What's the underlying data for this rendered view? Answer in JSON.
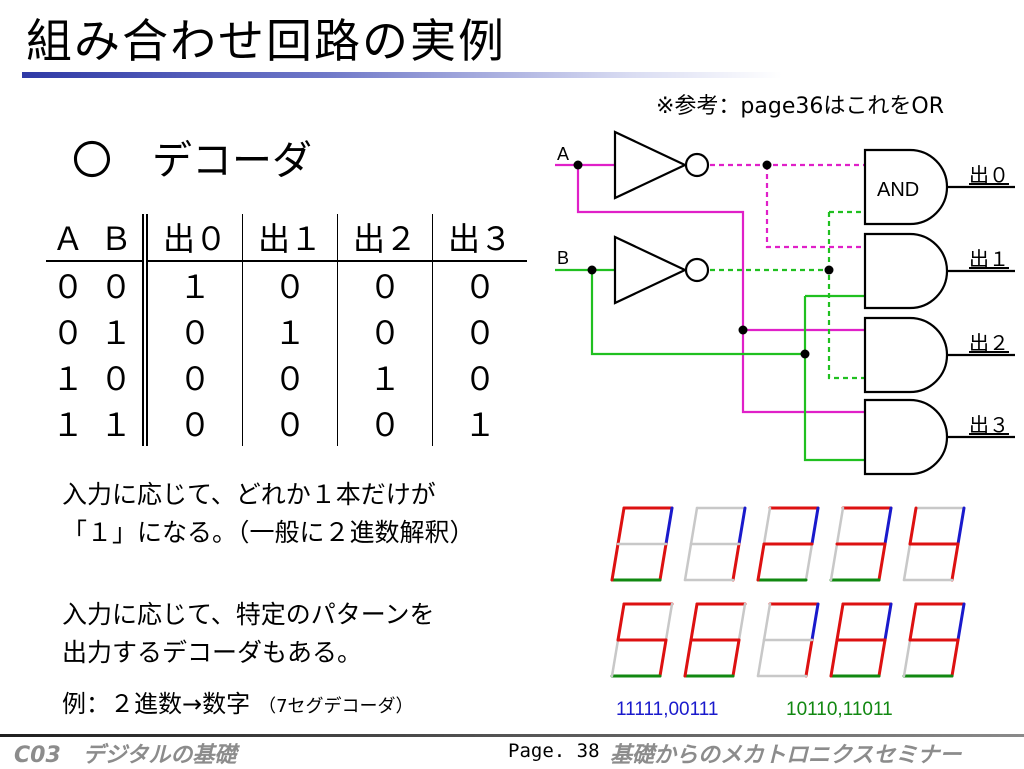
{
  "slide": {
    "title": "組み合わせ回路の実例",
    "reference_note": "※参考：page36はこれをOR",
    "section_heading": "〇　デコーダ",
    "paragraph1": [
      "入力に応じて、どれか１本だけが",
      "「１」になる。（一般に２進数解釈）"
    ],
    "paragraph2": [
      "入力に応じて、特定のパターンを",
      "出力するデコーダもある。"
    ],
    "paragraph3": "例：２進数→数字",
    "paragraph3_note": "（7セグデコーダ）"
  },
  "truth_table": {
    "headers": [
      "Ａ",
      "Ｂ",
      "出０",
      "出１",
      "出２",
      "出３"
    ],
    "rows": [
      [
        "０",
        "０",
        "１",
        "０",
        "０",
        "０"
      ],
      [
        "０",
        "１",
        "０",
        "１",
        "０",
        "０"
      ],
      [
        "１",
        "０",
        "０",
        "０",
        "１",
        "０"
      ],
      [
        "１",
        "１",
        "０",
        "０",
        "０",
        "１"
      ]
    ]
  },
  "circuit": {
    "input_a": "A",
    "input_b": "B",
    "gate_label": "AND",
    "outputs": [
      "出０",
      "出１",
      "出２",
      "出３"
    ],
    "colors": {
      "wire_a": "#e020c8",
      "wire_b": "#20c020",
      "wire": "#000000"
    }
  },
  "seven_segment": {
    "digits": [
      "0",
      "1",
      "2",
      "3",
      "4",
      "5",
      "6",
      "7",
      "8",
      "9"
    ],
    "code_blue": "11111,00111",
    "code_green": "10110,11011",
    "colors": {
      "on": "#dd1111",
      "off": "#c8c8c8",
      "blue": "#1a1acc",
      "green": "#118811"
    }
  },
  "footer": {
    "left": "C03　デジタルの基礎",
    "page": "Page. 38",
    "right": "基礎からのメカトロニクスセミナー"
  }
}
